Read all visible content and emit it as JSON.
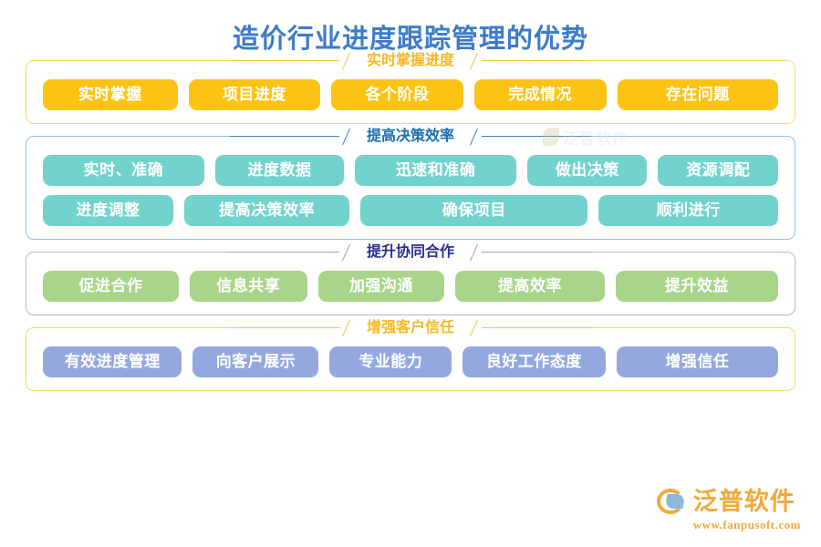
{
  "page": {
    "title": "造价行业进度跟踪管理的优势",
    "title_color": "#3d7cc9",
    "background": "#ffffff"
  },
  "watermark": {
    "text": "泛普软件",
    "icon": "leaf-icon"
  },
  "logo": {
    "name": "泛普软件",
    "url": "www.fanpusoft.com",
    "mark_icon": "fanpu-logo-icon",
    "accent_color": "#f0a93c"
  },
  "sections": [
    {
      "id": "realtime-progress",
      "header": "实时掌握进度",
      "theme": "amber",
      "header_color": "#f5b724",
      "border_color": "#fbd66a",
      "chip_color": "#fcc314",
      "rows": [
        {
          "chips": [
            {
              "label": "实时掌握",
              "flex": 1.02
            },
            {
              "label": "项目进度",
              "flex": 1.0
            },
            {
              "label": "各个阶段",
              "flex": 1.0
            },
            {
              "label": "完成情况",
              "flex": 1.0
            },
            {
              "label": "存在问题",
              "flex": 1.22
            }
          ]
        }
      ]
    },
    {
      "id": "decision-efficiency",
      "header": "提高决策效率",
      "theme": "teal",
      "header_color": "#1a6fb5",
      "border_color": "#8fc3e8",
      "chip_color": "#72d3cc",
      "rows": [
        {
          "chips": [
            {
              "label": "实时、准确",
              "flex": 1.25
            },
            {
              "label": "进度数据",
              "flex": 1.0
            },
            {
              "label": "迅速和准确",
              "flex": 1.25
            },
            {
              "label": "做出决策",
              "flex": 0.93
            },
            {
              "label": "资源调配",
              "flex": 0.93
            }
          ]
        },
        {
          "chips": [
            {
              "label": "进度调整",
              "flex": 0.93
            },
            {
              "label": "提高决策效率",
              "flex": 1.18
            },
            {
              "label": "确保项目",
              "flex": 1.62
            },
            {
              "label": "顺利进行",
              "flex": 1.28
            }
          ]
        }
      ]
    },
    {
      "id": "collaboration",
      "header": "提升协同合作",
      "theme": "green",
      "header_color": "#2b2f8f",
      "border_color": "#b3b4d6",
      "chip_color": "#a8d58a",
      "rows": [
        {
          "chips": [
            {
              "label": "促进合作",
              "flex": 1.02
            },
            {
              "label": "信息共享",
              "flex": 0.88
            },
            {
              "label": "加强沟通",
              "flex": 0.95
            },
            {
              "label": "提高效率",
              "flex": 1.12
            },
            {
              "label": "提升效益",
              "flex": 1.22
            }
          ]
        }
      ]
    },
    {
      "id": "customer-trust",
      "header": "增强客户信任",
      "theme": "purple",
      "header_color": "#f5b724",
      "border_color": "#fbd66a",
      "chip_color": "#94a8e0",
      "rows": [
        {
          "chips": [
            {
              "label": "有效进度管理",
              "flex": 1.05
            },
            {
              "label": "向客户展示",
              "flex": 0.95
            },
            {
              "label": "专业能力",
              "flex": 0.92
            },
            {
              "label": "良好工作态度",
              "flex": 1.08
            },
            {
              "label": "增强信任",
              "flex": 1.22
            }
          ]
        }
      ]
    }
  ]
}
